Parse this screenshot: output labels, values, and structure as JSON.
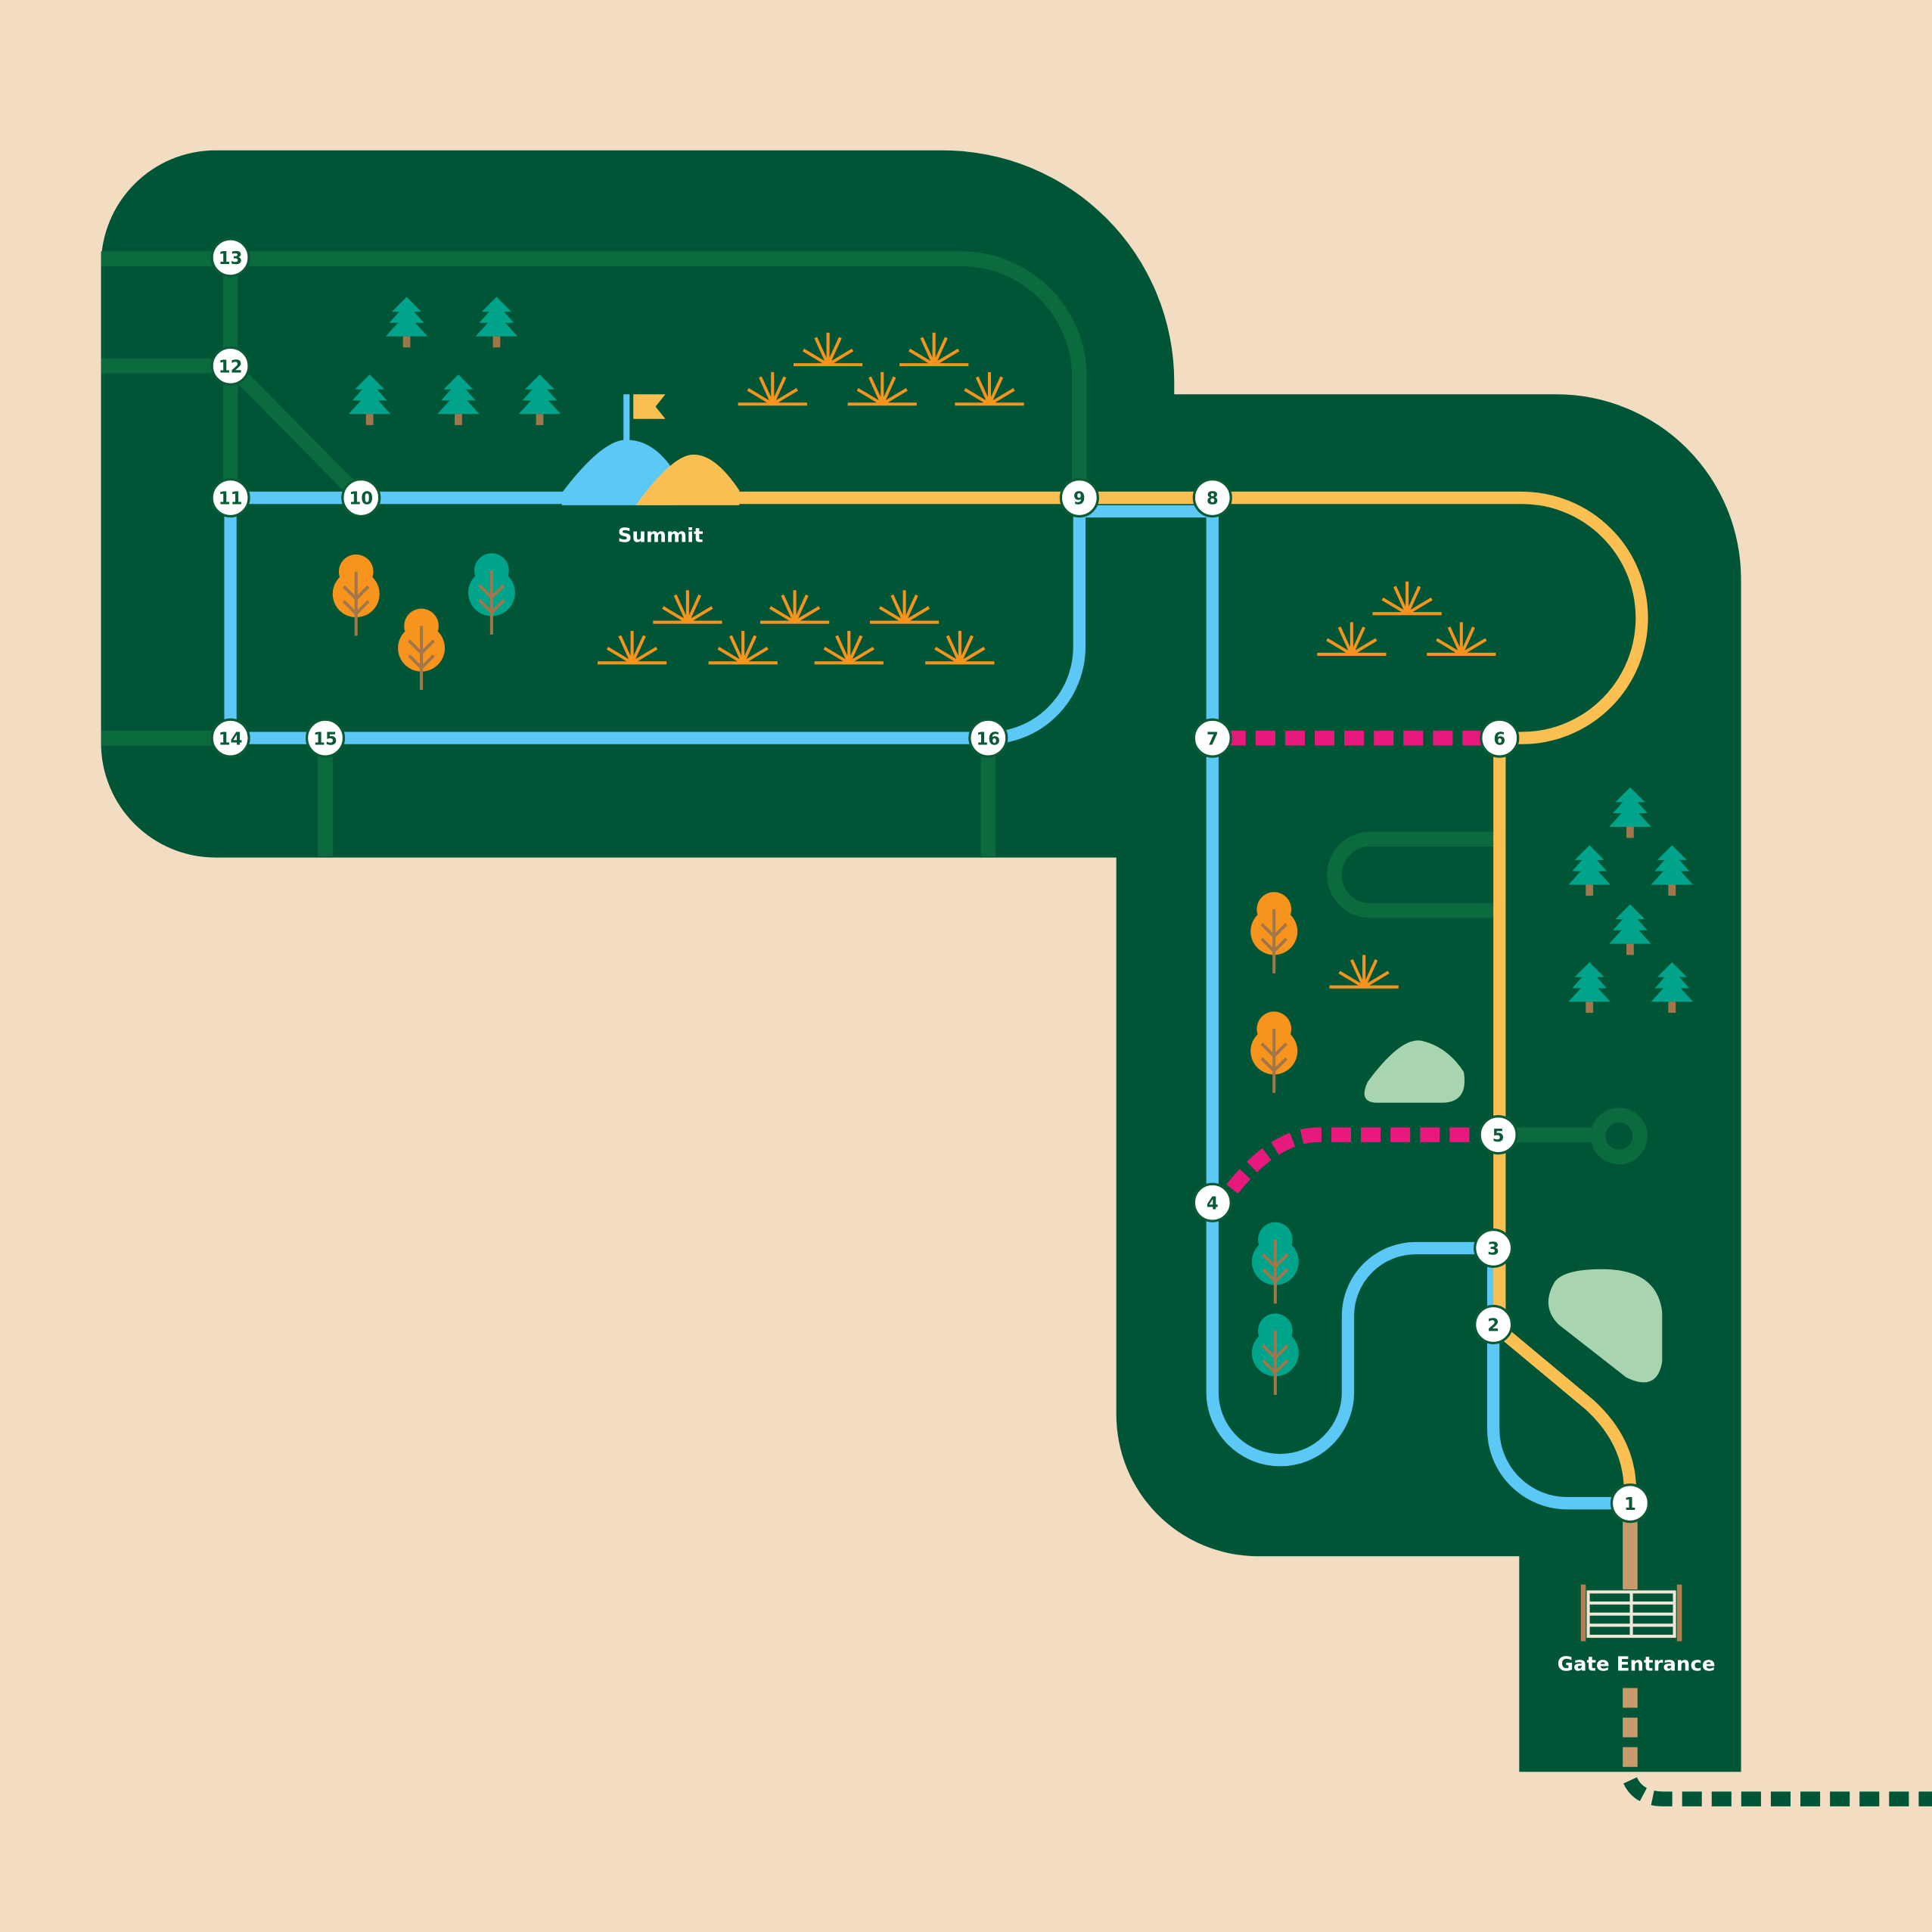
{
  "map": {
    "labels": {
      "summit": "Summit",
      "gate": "Gate Entrance"
    },
    "nodes": [
      {
        "id": "1"
      },
      {
        "id": "2"
      },
      {
        "id": "3"
      },
      {
        "id": "4"
      },
      {
        "id": "5"
      },
      {
        "id": "6"
      },
      {
        "id": "7"
      },
      {
        "id": "8"
      },
      {
        "id": "9"
      },
      {
        "id": "10"
      },
      {
        "id": "11"
      },
      {
        "id": "12"
      },
      {
        "id": "13"
      },
      {
        "id": "14"
      },
      {
        "id": "15"
      },
      {
        "id": "16"
      }
    ],
    "colors": {
      "background": "#f2dcc2",
      "park": "#005537",
      "trail_dark": "#0c6b3e",
      "trail_blue": "#5bc8f5",
      "trail_yellow": "#fcc052",
      "trail_pink": "#e8197d",
      "trail_tan": "#c69c6d",
      "pine": "#00a48a",
      "orange": "#f7941d",
      "boulder": "#a8d5b0"
    }
  }
}
